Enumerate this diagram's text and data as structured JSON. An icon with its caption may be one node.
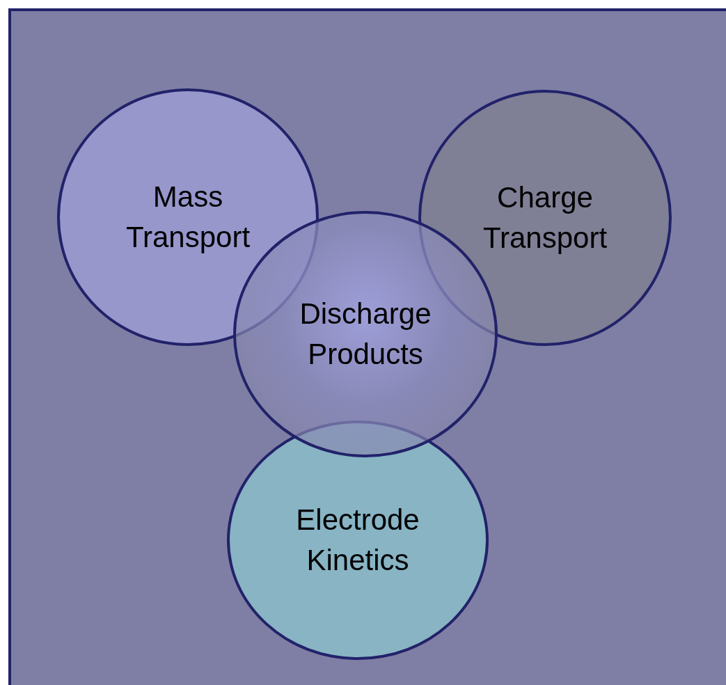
{
  "diagram": {
    "nodes": [
      {
        "text": [
          "Mass Transport"
        ]
      },
      {
        "text": [
          "Charge Transport"
        ]
      },
      {
        "text": [
          "Discharge Products"
        ]
      },
      {
        "text": [
          "Electrode Kinetics"
        ]
      }
    ]
  }
}
